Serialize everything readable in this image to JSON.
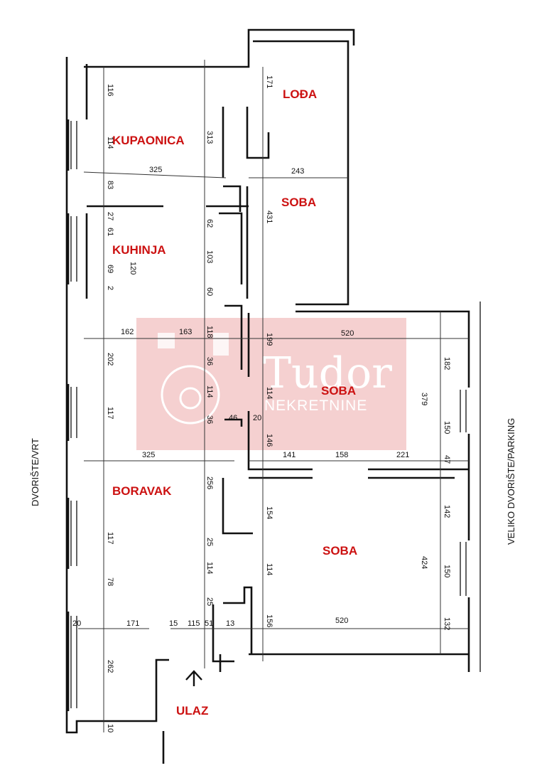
{
  "rooms": {
    "loda": "LOĐA",
    "kupaonica": "KUPAONICA",
    "soba_top": "SOBA",
    "kuhinja": "KUHINJA",
    "soba_mid": "SOBA",
    "boravak": "BORAVAK",
    "soba_bottom": "SOBA"
  },
  "entrance": {
    "label": "ULAZ",
    "icon": "arrow-up-icon"
  },
  "sides": {
    "left": "DVORIŠTE/VRT",
    "right": "VELIKO DVORIŠTE/PARKING"
  },
  "watermark": {
    "brand": "Tudor",
    "sub": "NEKRETNINE",
    "color": "#f3c8c8"
  },
  "dimensions": {
    "d116": "116",
    "d171": "171",
    "d114a": "114",
    "d313": "313",
    "d325a": "325",
    "d243": "243",
    "d83": "83",
    "d27": "27",
    "d61": "61",
    "d62": "62",
    "d431": "431",
    "d103": "103",
    "d69": "69",
    "d120": "120",
    "d2": "2",
    "d60": "60",
    "d162": "162",
    "d163": "163",
    "d118": "118",
    "d199": "199",
    "d520a": "520",
    "d202": "202",
    "d36a": "36",
    "d182": "182",
    "d114b": "114",
    "d114c": "114",
    "d379": "379",
    "d117a": "117",
    "d36b": "36",
    "d46": "46",
    "d20a": "20",
    "d150a": "150",
    "d146": "146",
    "d325b": "325",
    "d141": "141",
    "d158": "158",
    "d221": "221",
    "d47": "47",
    "d256": "256",
    "d154": "154",
    "d142": "142",
    "d117b": "117",
    "d25a": "25",
    "d114d": "114",
    "d114e": "114",
    "d424": "424",
    "d150b": "150",
    "d78": "78",
    "d25b": "25",
    "d20b": "20",
    "d171b": "171",
    "d15": "15",
    "d115": "115",
    "d51": "51",
    "d13": "13",
    "d156": "156",
    "d520b": "520",
    "d132": "132",
    "d262": "262",
    "d10": "10"
  }
}
